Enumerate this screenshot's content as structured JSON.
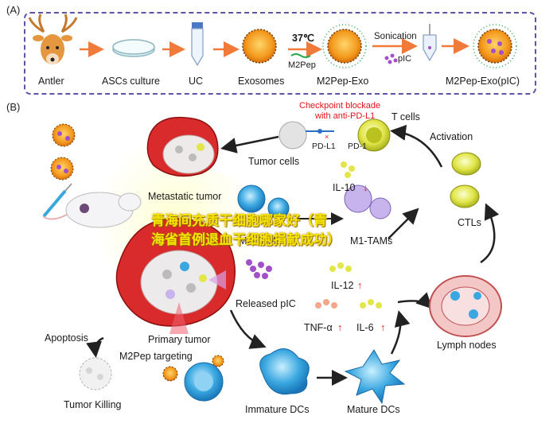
{
  "panel_a": {
    "tag": "(A)",
    "steps": [
      "Antler",
      "ASCs culture",
      "UC",
      "Exosomes",
      "M2Pep-Exo",
      "M2Pep-Exo(pIC)"
    ],
    "temp": "37℃",
    "m2pep": "M2Pep",
    "sonication": "Sonication",
    "pic": "pIC"
  },
  "panel_b": {
    "tag": "(B)",
    "checkpoint_line1": "Checkpoint blockade",
    "checkpoint_line2": "with anti-PD-L1",
    "t_cells": "T cells",
    "pd_l1": "PD-L1",
    "pd_1": "PD-1",
    "tumor_cells": "Tumor cells",
    "activation": "Activation",
    "metastatic_tumor": "Metastatic tumor",
    "il10": "IL-10",
    "m2_tams": "M2-TAMs",
    "m1_tams": "M1-TAMs",
    "ctls": "CTLs",
    "il12": "IL-12",
    "released_pic": "Released pIC",
    "tnf": "TNF-α",
    "il6": "IL-6",
    "lymph_nodes": "Lymph nodes",
    "apoptosis": "Apoptosis",
    "primary_tumor": "Primary tumor",
    "m2pep_targeting": "M2Pep targeting",
    "tumor_killing": "Tumor Killing",
    "immature_dcs": "Immature DCs",
    "mature_dcs": "Mature DCs"
  },
  "watermark": {
    "line1": "青海间充质干细胞哪家好（青",
    "line2": "海省首例退血干细胞捐献成功）"
  },
  "colors": {
    "panel_border": "#5d53a8",
    "arrow_orange": "#f07a3a",
    "exosome_orange": "#f39a1e",
    "tumor_red": "#d92b2b",
    "up_arrow": "#e3141b",
    "dc_blue": "#3aa7e0",
    "ctl_yellow": "#e2e64a",
    "pic_purple": "#a34fc9",
    "watermark_yellow": "#f2e600"
  },
  "icons": [
    "deer-icon",
    "petri-dish-icon",
    "centrifuge-tube-icon",
    "exosome-icon",
    "syringe-icon",
    "mouse-icon",
    "tumor-icon",
    "lymph-node-icon",
    "dendritic-cell-icon",
    "macrophage-icon",
    "t-cell-icon"
  ]
}
